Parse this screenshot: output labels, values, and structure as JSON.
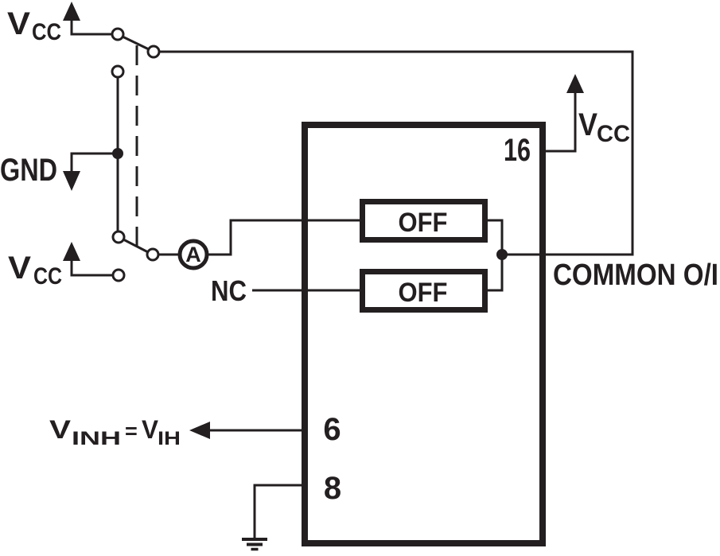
{
  "colors": {
    "ink": "#231f20",
    "background": "#ffffff"
  },
  "supplies": {
    "vcc_top": {
      "main": "V",
      "sub": "CC"
    },
    "gnd": "GND",
    "vcc_lower": {
      "main": "V",
      "sub": "CC"
    },
    "vcc_pin16": {
      "main": "V",
      "sub": "CC"
    }
  },
  "device": {
    "pin16": "16",
    "pin6": "6",
    "pin8": "8",
    "channel_top": "OFF",
    "channel_bottom": "OFF",
    "common_label": "COMMON O/I",
    "nc": "NC"
  },
  "meter": {
    "label": "A"
  },
  "inhibit_equation": {
    "v1": "V",
    "sub1": "INH",
    "equals": "=",
    "v2": "V",
    "sub2": "IH"
  }
}
